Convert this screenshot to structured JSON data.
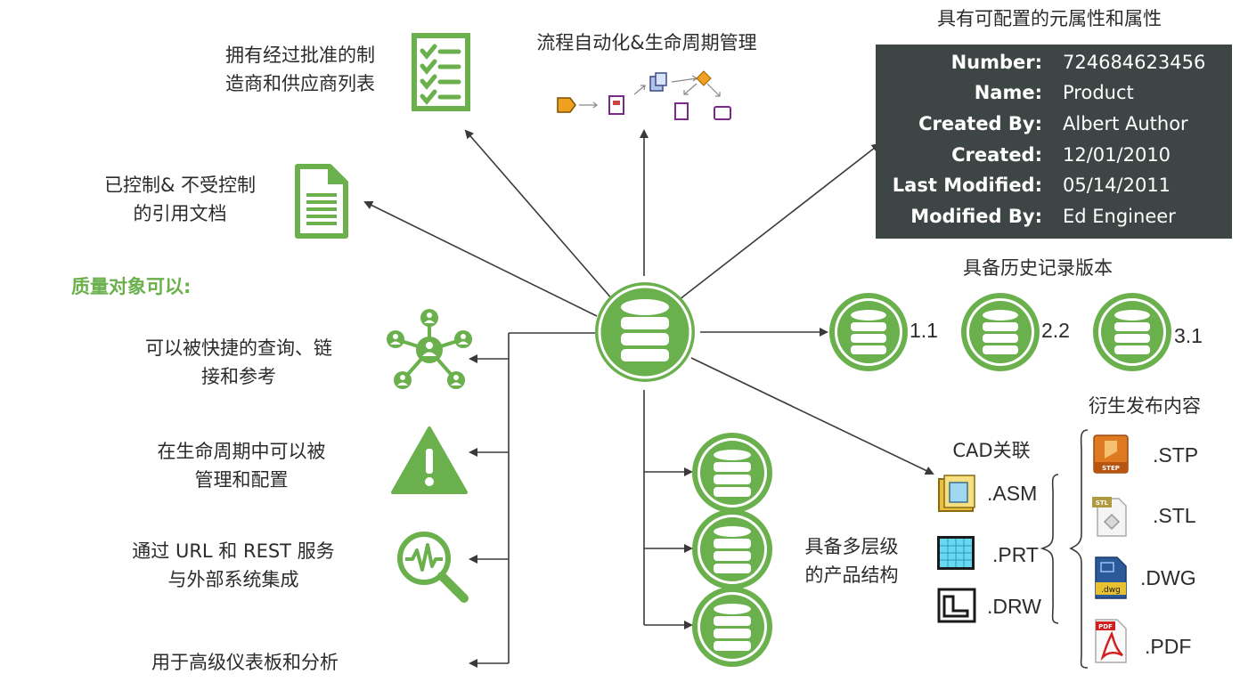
{
  "labels": {
    "approved_list": [
      "拥有经过批准的制",
      "造商和供应商列表"
    ],
    "workflow": "流程自动化&生命周期管理",
    "configurable_attrs": "具有可配置的元属性和属性",
    "controlled_docs": [
      "已控制& 不受控制",
      "的引用文档"
    ],
    "quality_heading": "质量对象可以:",
    "history_versions": "具备历史记录版本",
    "query_link": [
      "可以被快捷的查询、链",
      "接和参考"
    ],
    "lifecycle_config": [
      "在生命周期中可以被",
      "管理和配置"
    ],
    "integration": [
      "通过 URL 和 REST 服务",
      "与外部系统集成"
    ],
    "dashboard": "用于高级仪表板和分析",
    "multilevel": [
      "具备多层级",
      "的产品结构"
    ],
    "cad_assoc": "CAD关联",
    "derived": "衍生发布内容"
  },
  "metadata": [
    {
      "key": "Number:",
      "value": "724684623456"
    },
    {
      "key": "Name:",
      "value": "Product"
    },
    {
      "key": "Created By:",
      "value": "Albert Author"
    },
    {
      "key": "Created:",
      "value": "12/01/2010"
    },
    {
      "key": "Last Modified:",
      "value": "05/14/2011"
    },
    {
      "key": "Modified By:",
      "value": "Ed Engineer"
    }
  ],
  "versions": [
    "1.1",
    "2.2",
    "3.1"
  ],
  "cad_files": [
    ".ASM",
    ".PRT",
    ".DRW"
  ],
  "derived_files": [
    ".STP",
    ".STL",
    ".DWG",
    ".PDF"
  ],
  "colors": {
    "accent": "#6ab04c",
    "meta_bg": "#3d4545",
    "arrow": "#3a3a3a"
  },
  "icons": {
    "hub": "database-icon",
    "approved_list": "checklist-icon",
    "controlled_docs": "document-icon",
    "query_link": "network-icon",
    "lifecycle_config": "warning-icon",
    "integration": "waveform-search-icon"
  }
}
